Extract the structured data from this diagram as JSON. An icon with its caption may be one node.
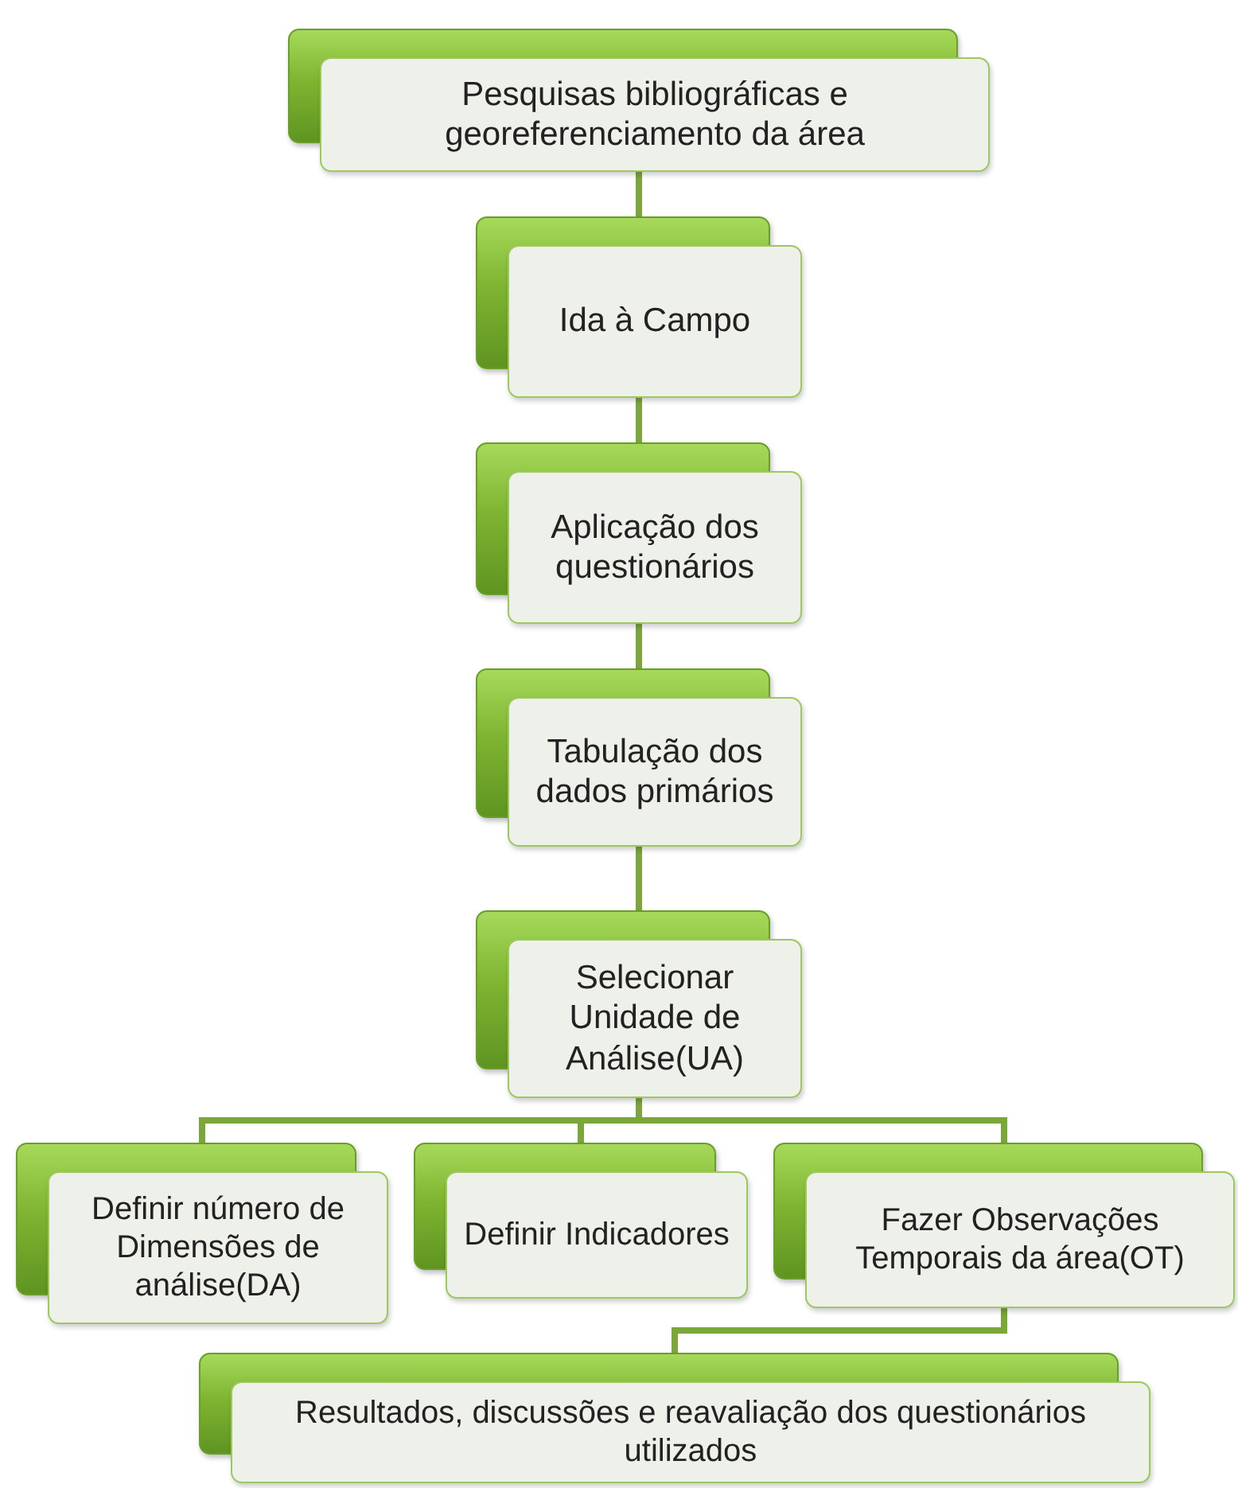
{
  "diagram": {
    "nodes": [
      {
        "text": [
          "Pesquisas bibliográficas e georeferenciamento da área"
        ]
      },
      {
        "text": [
          "Ida à Campo"
        ]
      },
      {
        "text": [
          "Aplicação dos questionários"
        ]
      },
      {
        "text": [
          "Tabulação dos dados primários"
        ]
      },
      {
        "text": [
          "Selecionar Unidade de Análise(UA)"
        ]
      },
      {
        "text": [
          "Definir número de Dimensões de análise(DA)"
        ]
      },
      {
        "text": [
          "Definir Indicadores"
        ]
      },
      {
        "text": [
          "Fazer Observações Temporais da área(OT)"
        ]
      },
      {
        "text": [
          "Resultados, discussões e reavaliação dos questionários utilizados"
        ]
      }
    ],
    "edges": [
      {
        "from": 0,
        "to": 1,
        "arrow": "none"
      },
      {
        "from": 1,
        "to": 2,
        "arrow": "none"
      },
      {
        "from": 2,
        "to": 3,
        "arrow": "none"
      },
      {
        "from": 3,
        "to": 4,
        "arrow": "none"
      },
      {
        "from": 4,
        "to": 5,
        "arrow": "none"
      },
      {
        "from": 4,
        "to": 6,
        "arrow": "none"
      },
      {
        "from": 4,
        "to": 7,
        "arrow": "none"
      },
      {
        "from": 7,
        "to": 8,
        "arrow": "none"
      }
    ]
  }
}
